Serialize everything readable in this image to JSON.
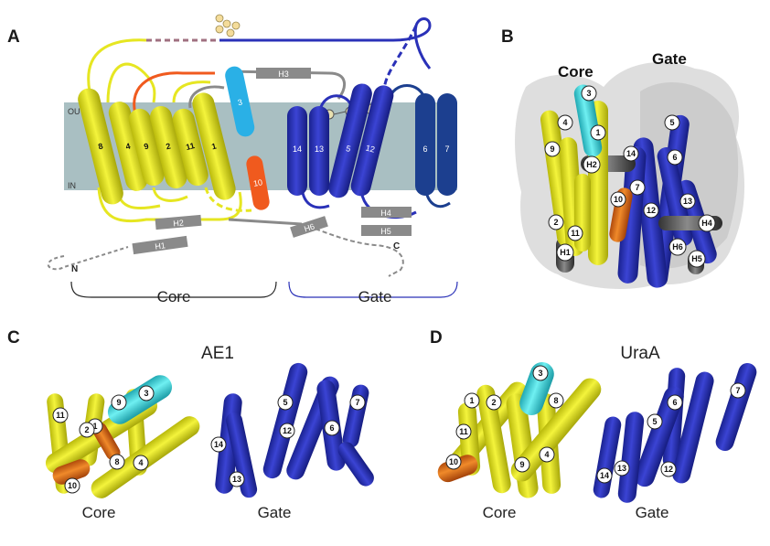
{
  "panels": {
    "a": {
      "letter": "A",
      "out_label": "OUT",
      "in_label": "IN",
      "core_caption": "Core",
      "gate_caption": "Gate",
      "n_term": "N",
      "c_term": "C",
      "helices": [
        "8",
        "4",
        "9",
        "2",
        "11",
        "1",
        "3",
        "10",
        "14",
        "13",
        "5",
        "12",
        "6",
        "7"
      ],
      "short_helices": [
        "H1",
        "H2",
        "H3",
        "H4",
        "H5",
        "H6"
      ]
    },
    "b": {
      "letter": "B",
      "core_label": "Core",
      "gate_label": "Gate",
      "helix_labels": [
        "3",
        "4",
        "1",
        "9",
        "H2",
        "14",
        "5",
        "6",
        "7",
        "10",
        "13",
        "12",
        "H4",
        "2",
        "11",
        "H6",
        "H1",
        "H5"
      ]
    },
    "c": {
      "letter": "C",
      "title": "AE1",
      "core_caption": "Core",
      "gate_caption": "Gate",
      "helix_labels": [
        "11",
        "1",
        "9",
        "3",
        "2",
        "8",
        "4",
        "10",
        "5",
        "14",
        "12",
        "6",
        "7",
        "13"
      ]
    },
    "d": {
      "letter": "D",
      "title": "UraA",
      "core_caption": "Core",
      "gate_caption": "Gate",
      "helix_labels": [
        "3",
        "1",
        "2",
        "8",
        "11",
        "9",
        "4",
        "10",
        "7",
        "6",
        "5",
        "12",
        "14",
        "13"
      ]
    }
  },
  "colors": {
    "core": "#e6e622",
    "gate": "#2a31b8",
    "gate_dark": "#1c3f8f",
    "helix3": "#2ab0e6",
    "helix3_3d": "#3fd6e0",
    "helix10": "#f05a1e",
    "loop_gray": "#8a8a8a",
    "membrane": "#a9bfc2"
  }
}
